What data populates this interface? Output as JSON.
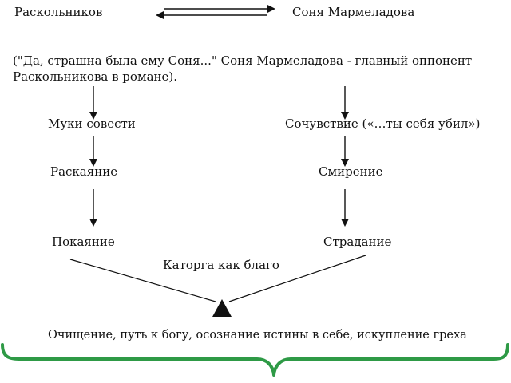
{
  "top": {
    "left": "Раскольников",
    "right": "Соня Мармеладова"
  },
  "intro": {
    "line1": "(\"Да, страшна была ему Соня...\"  Соня Мармеладова - главный оппонент",
    "line2": "Раскольникова в романе)."
  },
  "left_chain": [
    "Муки совести",
    "Раскаяние",
    "Покаяние"
  ],
  "right_chain": [
    "Сочувствие («…ты себя убил»)",
    "Смирение",
    "Страдание"
  ],
  "bridge": "Каторга как благо",
  "conclusion": "Очищение, путь к богу, осознание истины в себе, искупление греха",
  "colors": {
    "text": "#111111",
    "arrow": "#111111",
    "brace": "#2e9a46"
  }
}
